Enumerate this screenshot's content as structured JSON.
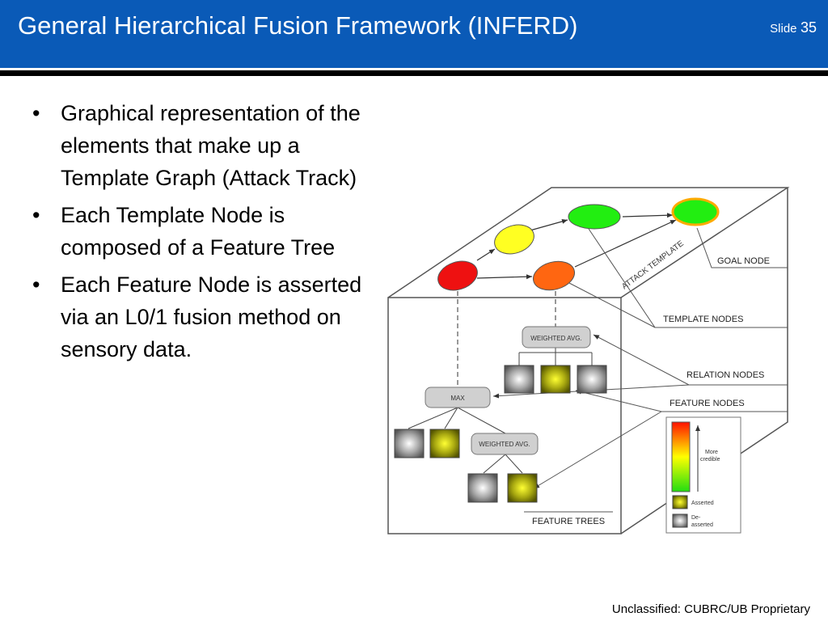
{
  "slide": {
    "title": "General Hierarchical Fusion Framework (INFERD)",
    "slide_label": "Slide",
    "slide_number": "35"
  },
  "bullets": [
    {
      "text": "Graphical representation of the elements that make up a Template Graph (Attack Track)"
    },
    {
      "text": "Each Template Node is composed of a Feature Tree"
    },
    {
      "text": "Each Feature Node is asserted via an L0/1 fusion method on sensory data."
    }
  ],
  "diagram": {
    "attack_template": "ATTACK TEMPLATE",
    "goal_node": "GOAL NODE",
    "template_nodes": "TEMPLATE NODES",
    "relation_nodes": "RELATION NODES",
    "feature_nodes": "FEATURE NODES",
    "feature_trees": "FEATURE TREES",
    "weighted_avg_top": "WEIGHTED AVG.",
    "max": "MAX",
    "weighted_avg_bottom": "WEIGHTED AVG.",
    "legend": {
      "more": "More",
      "credible": "credible",
      "asserted": "Asserted",
      "de": "De-",
      "asserted2": "asserted"
    },
    "colors": {
      "red": "#ee1111",
      "yellow": "#ffff22",
      "green": "#22ee11",
      "orange": "#ff6611",
      "goal_outline": "#ffaa00"
    }
  },
  "footer": {
    "text": "Unclassified:  CUBRC/UB Proprietary"
  }
}
